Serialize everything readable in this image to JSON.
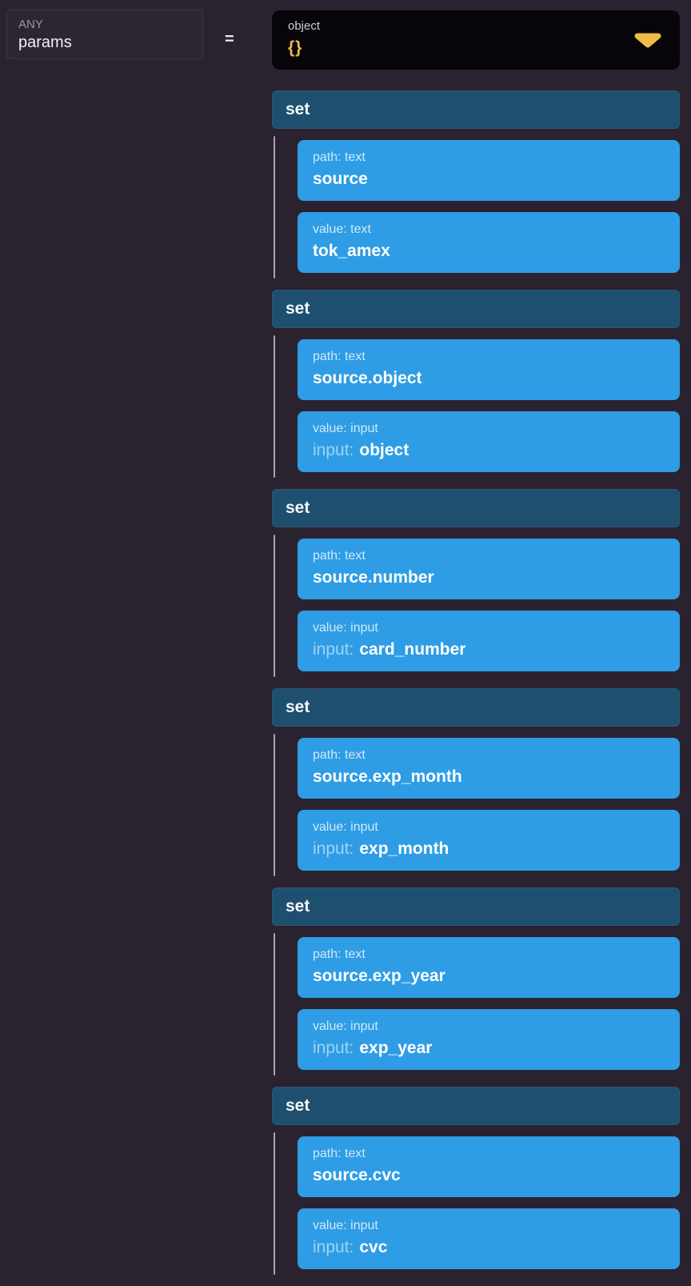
{
  "param_slot": {
    "type": "ANY",
    "name": "params"
  },
  "equals": "=",
  "value_dropdown": {
    "type_label": "object",
    "icon_glyph": "{}"
  },
  "groups": [
    {
      "header": "set",
      "rows": [
        {
          "label": "path: text",
          "prefix": "",
          "value": "source"
        },
        {
          "label": "value: text",
          "prefix": "",
          "value": "tok_amex"
        }
      ]
    },
    {
      "header": "set",
      "rows": [
        {
          "label": "path: text",
          "prefix": "",
          "value": "source.object"
        },
        {
          "label": "value: input",
          "prefix": "input:",
          "value": "object"
        }
      ]
    },
    {
      "header": "set",
      "rows": [
        {
          "label": "path: text",
          "prefix": "",
          "value": "source.number"
        },
        {
          "label": "value: input",
          "prefix": "input:",
          "value": "card_number"
        }
      ]
    },
    {
      "header": "set",
      "rows": [
        {
          "label": "path: text",
          "prefix": "",
          "value": "source.exp_month"
        },
        {
          "label": "value: input",
          "prefix": "input:",
          "value": "exp_month"
        }
      ]
    },
    {
      "header": "set",
      "rows": [
        {
          "label": "path: text",
          "prefix": "",
          "value": "source.exp_year"
        },
        {
          "label": "value: input",
          "prefix": "input:",
          "value": "exp_year"
        }
      ]
    },
    {
      "header": "set",
      "rows": [
        {
          "label": "path: text",
          "prefix": "",
          "value": "source.cvc"
        },
        {
          "label": "value: input",
          "prefix": "input:",
          "value": "cvc"
        }
      ]
    }
  ],
  "colors": {
    "background": "#2b222f",
    "accent_gold": "#eebb45",
    "header_blue": "#1f4f6f",
    "card_blue": "#2e9de5",
    "dropdown_black": "#070509",
    "indent_line_gray": "#a8a4ad"
  }
}
